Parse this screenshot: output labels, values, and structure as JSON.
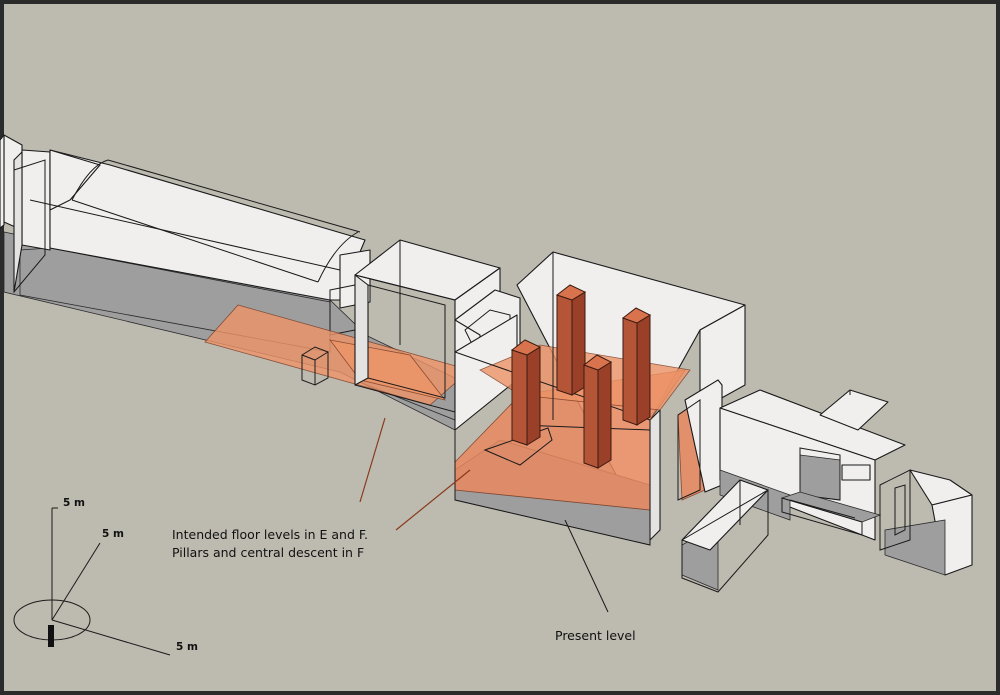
{
  "annotations": {
    "intended_line1": "Intended  floor levels in E and F.",
    "intended_line2": "Pillars and central descent in F",
    "present_level": "Present level"
  },
  "scale": {
    "vertical": "5 m",
    "depth": "5 m",
    "horizontal": "5 m"
  },
  "colors": {
    "background": "#bdbab0",
    "frame": "#2b2b2b",
    "wall": "#f0efee",
    "shadow": "#9e9e9e",
    "floor_overlay": "#e9885f",
    "pillar": "#b45537"
  }
}
